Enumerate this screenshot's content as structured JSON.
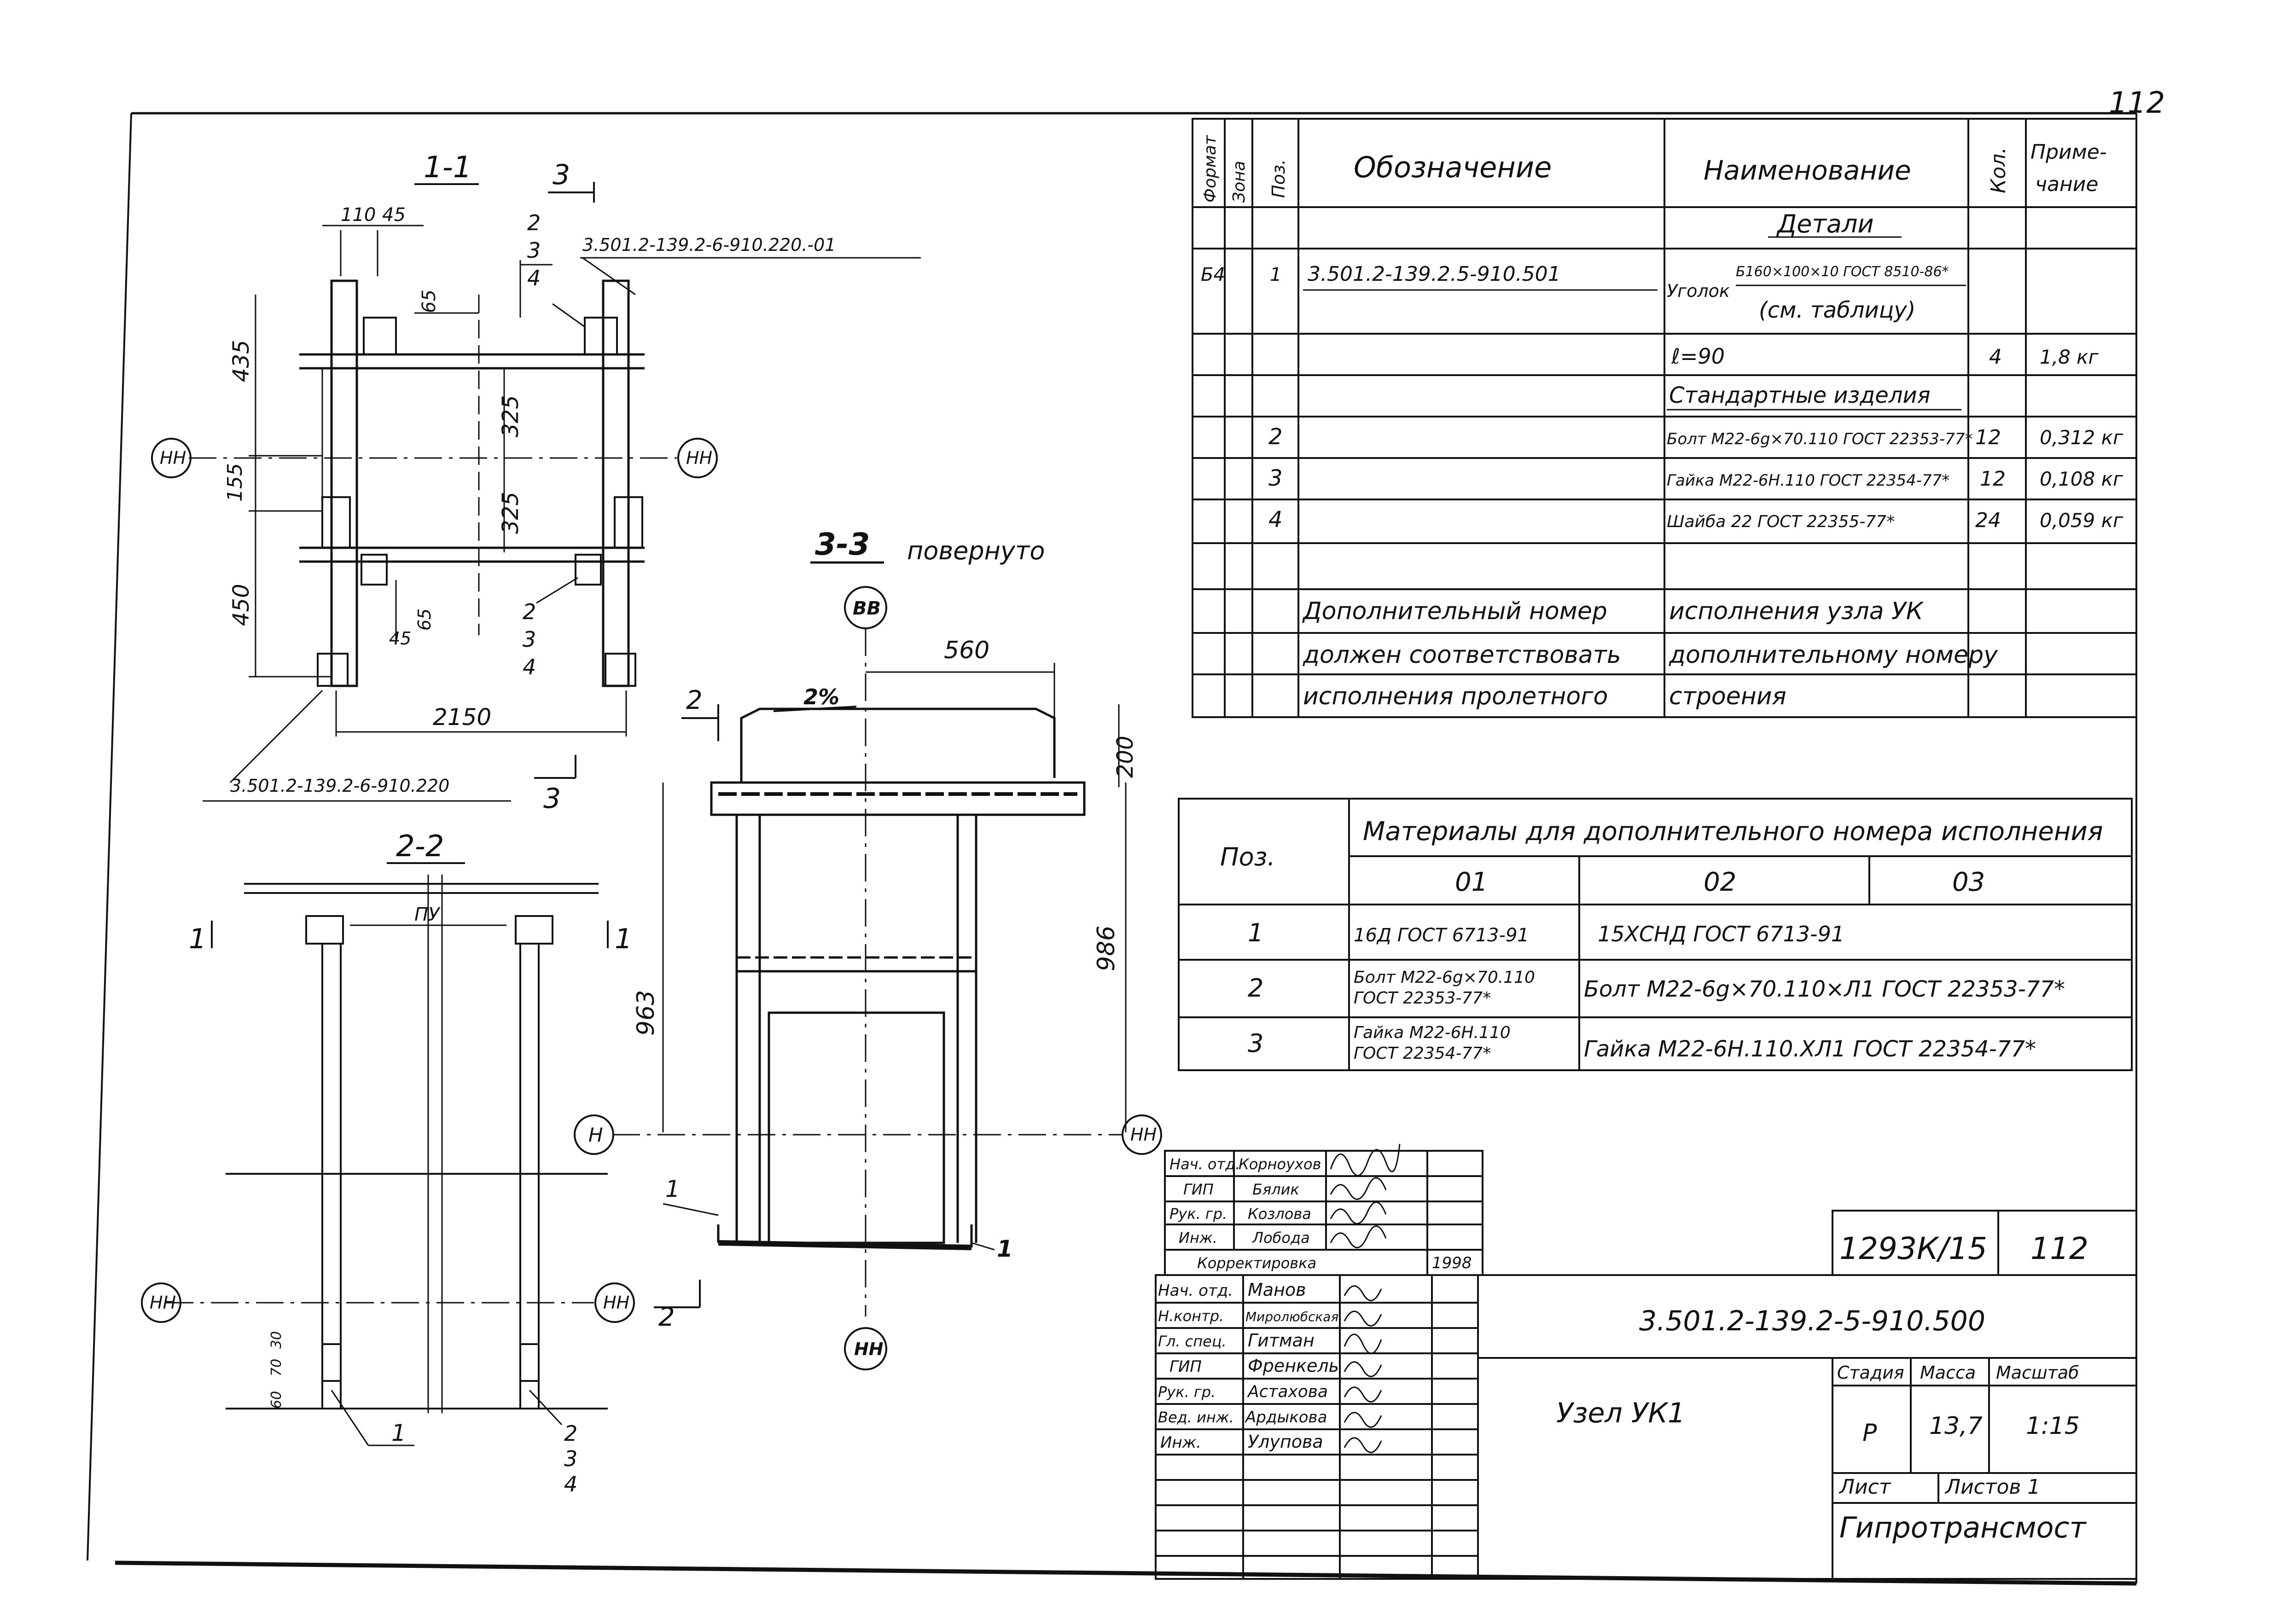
{
  "sheet": {
    "page_number": "112",
    "drawing_code": "1293К/15",
    "sheet_number": "112",
    "document_designation": "3.501.2-139.2-5-910.500",
    "title": "Узел УК1",
    "stage_header": "Стадия",
    "mass_header": "Масса",
    "scale_header": "Масштаб",
    "stage": "Р",
    "mass": "13,7",
    "scale": "1:15",
    "sheet_label": "Лист",
    "sheets_label": "Листов 1",
    "organization": "Гипротрансмост"
  },
  "views": {
    "section_1_1": "1-1",
    "section_2_2": "2-2",
    "section_3_3": "3-3",
    "rotated": "повернуто",
    "cut_3": "3",
    "cut_2": "2",
    "cut_1": "1",
    "ref_1": "3.501.2-139.2-6-910.220.-01",
    "ref_2": "3.501.2-139.2-6-910.220",
    "dims": {
      "d110": "110",
      "d45": "45",
      "d65": "65",
      "d435": "435",
      "d325a": "325",
      "d155": "155",
      "d325b": "325",
      "d450": "450",
      "d45b": "45",
      "d65b": "65",
      "d2150": "2150",
      "d560": "560",
      "d200": "200",
      "d963": "963",
      "d986": "986",
      "slope": "2%",
      "py": "ПУ",
      "d60": "60",
      "d70": "70",
      "d30": "30"
    },
    "axes": {
      "hh": "НН",
      "h": "Н",
      "bb": "ВВ"
    },
    "pos": {
      "p1": "1",
      "p2": "2",
      "p3": "3",
      "p4": "4"
    }
  },
  "spec": {
    "headers": {
      "format": "Формат",
      "zone": "Зона",
      "pos": "Поз.",
      "designation": "Обозначение",
      "name": "Наименование",
      "qty": "Кол.",
      "note": "Приме-чание"
    },
    "section_details": "Детали",
    "section_standard": "Стандартные изделия",
    "rows": [
      {
        "format": "Б4",
        "pos": "1",
        "designation": "3.501.2-139.2.5-910.501",
        "name_prefix": "Уголок",
        "name_top": "Б160×100×10 ГОСТ 8510-86*",
        "name_bottom": "(см. таблицу)",
        "qty": "",
        "note": ""
      },
      {
        "format": "",
        "pos": "",
        "designation": "",
        "name": "ℓ=90",
        "qty": "4",
        "note": "1,8 кг"
      },
      {
        "format": "",
        "pos": "2",
        "designation": "",
        "name": "Болт М22-6g×70.110 ГОСТ 22353-77*",
        "qty": "12",
        "note": "0,312 кг"
      },
      {
        "format": "",
        "pos": "3",
        "designation": "",
        "name": "Гайка М22-6Н.110 ГОСТ 22354-77*",
        "qty": "12",
        "note": "0,108 кг"
      },
      {
        "format": "",
        "pos": "4",
        "designation": "",
        "name": "Шайба 22 ГОСТ 22355-77*",
        "qty": "24",
        "note": "0,059 кг"
      }
    ],
    "remark_lines": [
      [
        "Дополнительный номер",
        "исполнения узла УК"
      ],
      [
        "должен соответствовать",
        "дополнительному номеру"
      ],
      [
        "исполнения пролетного",
        "строения"
      ]
    ]
  },
  "materials": {
    "title": "Материалы для дополнительного номера исполнения",
    "pos_header": "Поз.",
    "cols": [
      "01",
      "02",
      "03"
    ],
    "rows": [
      {
        "pos": "1",
        "c01": [
          "16Д ГОСТ 6713-91"
        ],
        "c0203": "15ХСНД  ГОСТ 6713-91"
      },
      {
        "pos": "2",
        "c01": [
          "Болт М22-6g×70.110",
          "ГОСТ 22353-77*"
        ],
        "c0203": "Болт М22-6g×70.110×Л1 ГОСТ 22353-77*"
      },
      {
        "pos": "3",
        "c01": [
          "Гайка М22-6Н.110",
          "ГОСТ 22354-77*"
        ],
        "c0203": "Гайка М22-6Н.110.ХЛ1  ГОСТ 22354-77*"
      }
    ]
  },
  "title_block": {
    "upper": [
      {
        "role": "Нач. отд.",
        "name": "Корноухов"
      },
      {
        "role": "ГИП",
        "name": "Бялик"
      },
      {
        "role": "Рук. гр.",
        "name": "Козлова"
      },
      {
        "role": "Инж.",
        "name": "Лобода"
      }
    ],
    "correction_label": "Корректировка",
    "correction_year": "1998",
    "lower": [
      {
        "role": "Нач. отд.",
        "name": "Манов"
      },
      {
        "role": "Н.контр.",
        "name": "Миролюбская"
      },
      {
        "role": "Гл. спец.",
        "name": "Гитман"
      },
      {
        "role": "ГИП",
        "name": "Френкель"
      },
      {
        "role": "Рук. гр.",
        "name": "Астахова"
      },
      {
        "role": "Вед. инж.",
        "name": "Ардыкова"
      },
      {
        "role": "Инж.",
        "name": "Улупова"
      }
    ]
  }
}
